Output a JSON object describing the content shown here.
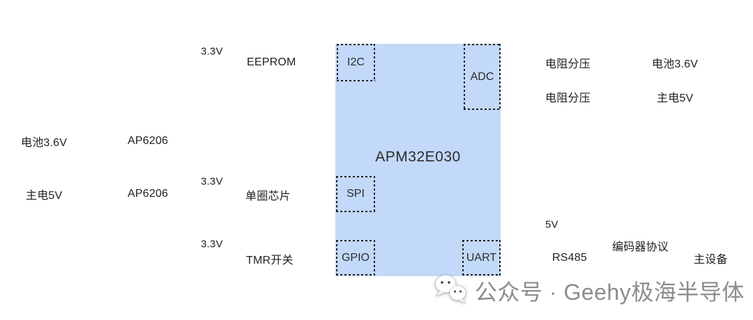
{
  "colors": {
    "background": "#ffffff",
    "mcu_fill": "#c2d9fa",
    "dash_border": "#1f1f1f",
    "label_text": "#1f1f1f",
    "footer_text": "#8d8d8d"
  },
  "mcu": {
    "label": "APM32E030",
    "ports": {
      "i2c": "I2C",
      "adc": "ADC",
      "spi": "SPI",
      "gpio": "GPIO",
      "uart": "UART"
    }
  },
  "left": {
    "battery": "电池3.6V",
    "mains": "主电5V",
    "regulator_top": "AP6206",
    "regulator_bottom": "AP6206"
  },
  "mid": {
    "rail_top": "3.3V",
    "eeprom": "EEPROM",
    "rail_mid": "3.3V",
    "single_turn_chip": "单圈芯片",
    "rail_bottom": "3.3V",
    "tmr_switch": "TMR开关"
  },
  "right": {
    "divider_top": "电阻分压",
    "battery": "电池3.6V",
    "divider_bottom": "电阻分压",
    "mains": "主电5V",
    "rail_5v": "5V",
    "rs485": "RS485",
    "encoder_protocol": "编码器协议",
    "master_device": "主设备"
  },
  "footer": {
    "icon": "wechat-logo",
    "text": "公众号 · Geehy极海半导体"
  }
}
